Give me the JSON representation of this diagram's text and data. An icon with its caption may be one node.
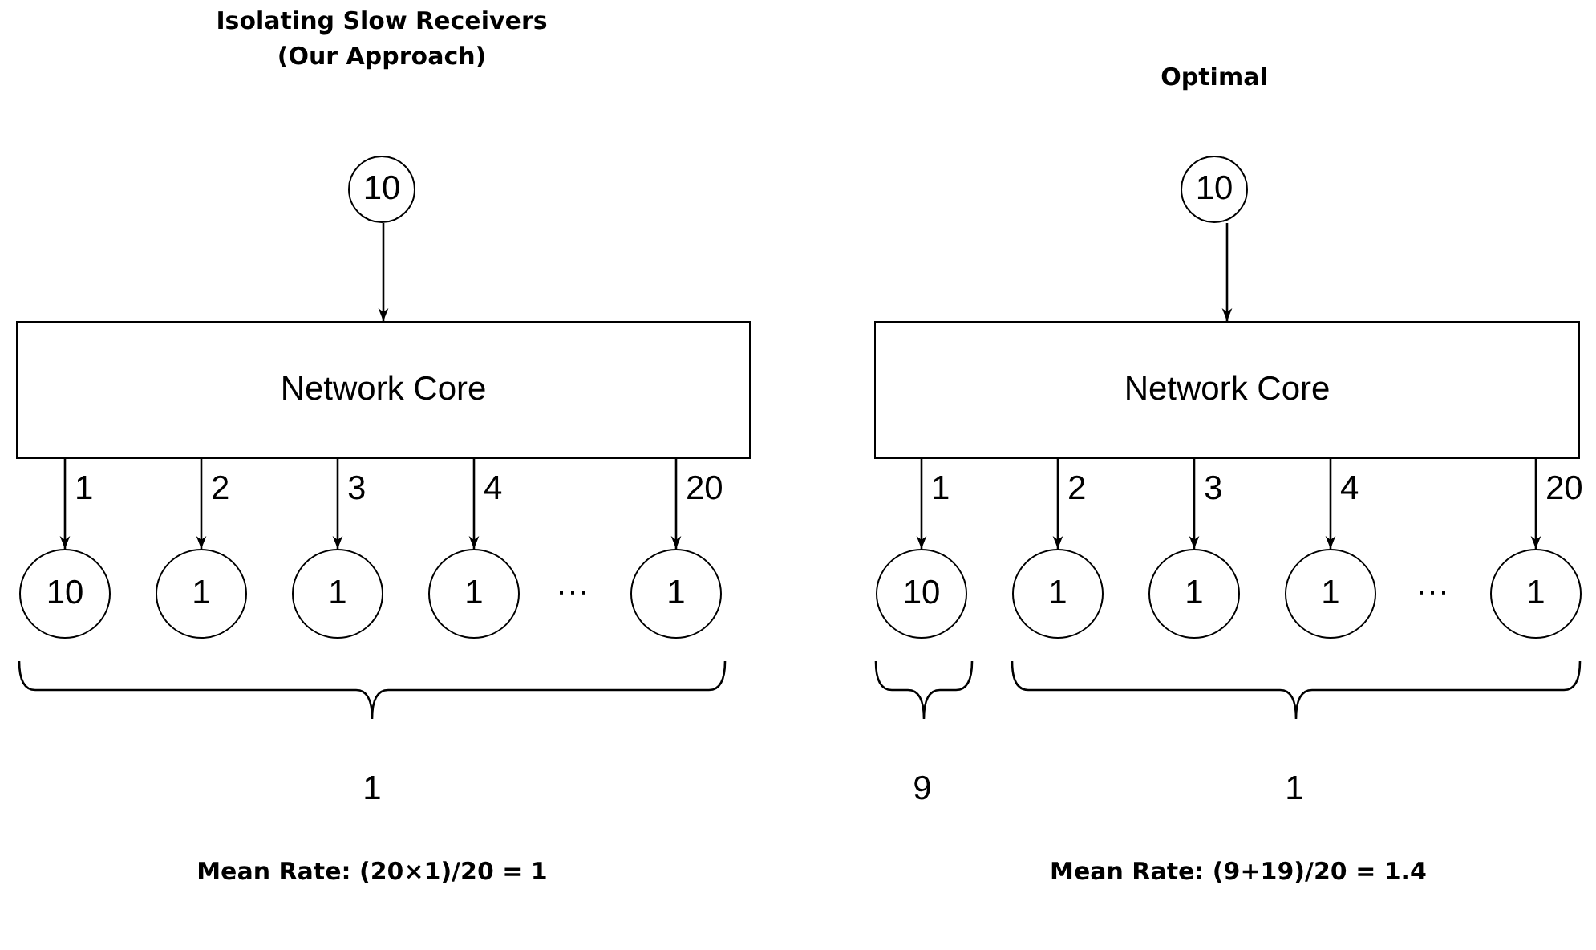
{
  "diagram": {
    "nodes": [
      {
        "text": [
          "10"
        ]
      },
      {
        "text": [
          "Network Core"
        ]
      },
      {
        "text": [
          "10"
        ]
      },
      {
        "text": [
          "1"
        ]
      },
      {
        "text": [
          "1"
        ]
      },
      {
        "text": [
          "1"
        ]
      },
      {
        "text": [
          "1"
        ]
      },
      {
        "text": [
          "10"
        ]
      },
      {
        "text": [
          "Network Core"
        ]
      },
      {
        "text": [
          "10"
        ]
      },
      {
        "text": [
          "1"
        ]
      },
      {
        "text": [
          "1"
        ]
      },
      {
        "text": [
          "1"
        ]
      },
      {
        "text": [
          "1"
        ]
      }
    ],
    "edges": [
      {
        "from": 0,
        "to": 1,
        "arrow": "to"
      },
      {
        "from": 1,
        "to": 2,
        "arrow": "to",
        "label": "1"
      },
      {
        "from": 1,
        "to": 3,
        "arrow": "to",
        "label": "2"
      },
      {
        "from": 1,
        "to": 4,
        "arrow": "to",
        "label": "3"
      },
      {
        "from": 1,
        "to": 5,
        "arrow": "to",
        "label": "4"
      },
      {
        "from": 1,
        "to": 6,
        "arrow": "to",
        "label": "20"
      },
      {
        "from": 7,
        "to": 8,
        "arrow": "to"
      },
      {
        "from": 8,
        "to": 9,
        "arrow": "to",
        "label": "1"
      },
      {
        "from": 8,
        "to": 10,
        "arrow": "to",
        "label": "2"
      },
      {
        "from": 8,
        "to": 11,
        "arrow": "to",
        "label": "3"
      },
      {
        "from": 8,
        "to": 12,
        "arrow": "to",
        "label": "4"
      },
      {
        "from": 8,
        "to": 13,
        "arrow": "to",
        "label": "20"
      }
    ],
    "labels": [
      "Isolating Slow Receivers (Our Approach)",
      "Optimal",
      "···",
      "···",
      "1",
      "9",
      "1",
      "Mean Rate: (20×1)/20 = 1",
      "Mean Rate: (9+19)/20 = 1.4"
    ]
  }
}
